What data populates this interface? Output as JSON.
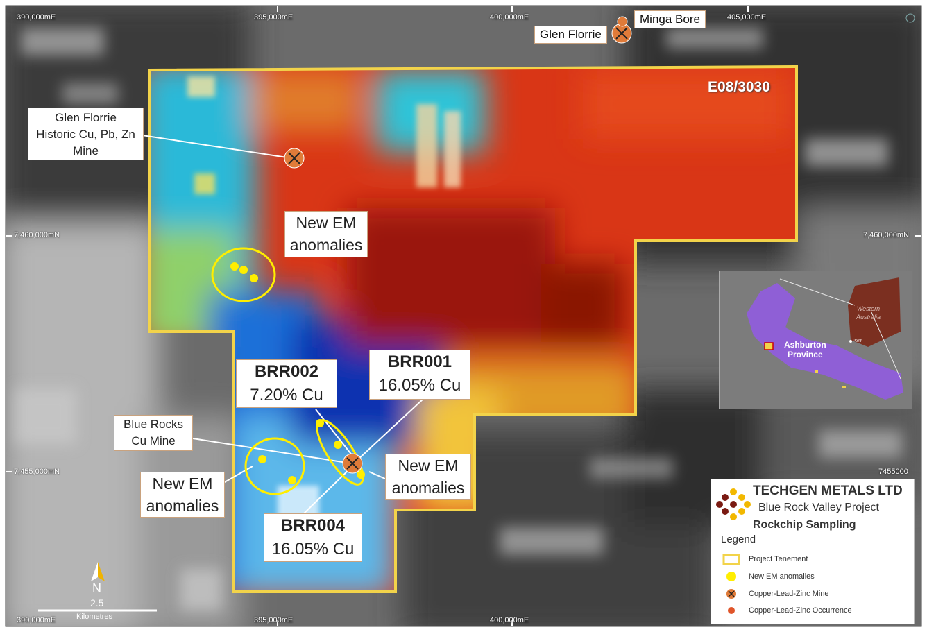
{
  "coords": {
    "top": [
      "390,000mE",
      "395,000mE",
      "400,000mE",
      "405,000mE"
    ],
    "bottom": [
      "390,000mE",
      "395,000mE",
      "400,000mE"
    ],
    "left": [
      "7,460,000mN",
      "7,455,000mN"
    ],
    "right": [
      "7,460,000mN",
      "7455000"
    ]
  },
  "tenement": {
    "label": "E08/3030"
  },
  "mines": {
    "top_left": "Glen Florrie",
    "top_right": "Minga Bore"
  },
  "callouts": {
    "historic": [
      "Glen Florrie",
      "Historic Cu, Pb, Zn",
      "Mine"
    ],
    "em_top": [
      "New EM",
      "anomalies"
    ],
    "em_left": [
      "New EM",
      "anomalies"
    ],
    "em_right": [
      "New EM",
      "anomalies"
    ],
    "blue_rocks": [
      "Blue Rocks",
      "Cu Mine"
    ],
    "brr002": {
      "id": "BRR002",
      "grade": "7.20% Cu"
    },
    "brr001": {
      "id": "BRR001",
      "grade": "16.05% Cu"
    },
    "brr004": {
      "id": "BRR004",
      "grade": "16.05% Cu"
    }
  },
  "inset": {
    "province": [
      "Ashburton",
      "Province"
    ],
    "state": [
      "Western",
      "Australia"
    ],
    "city": "Perth"
  },
  "scale": {
    "north": "N",
    "value": "2.5",
    "unit": "Kilometres"
  },
  "legend": {
    "company": "TECHGEN METALS LTD",
    "project": "Blue Rock Valley Project",
    "survey": "Rockchip Sampling",
    "title": "Legend",
    "items": [
      {
        "label": "Project Tenement",
        "icon": "tenement-outline-icon"
      },
      {
        "label": "New EM anomalies",
        "icon": "yellow-dot-icon"
      },
      {
        "label": "Copper-Lead-Zinc Mine",
        "icon": "mine-pick-icon"
      },
      {
        "label": "Copper-Lead-Zinc Occurrence",
        "icon": "orange-dot-icon"
      }
    ]
  },
  "colors": {
    "tenement": "#f2d34a",
    "anomaly": "#ffee00",
    "mine": "#e07b39",
    "inset_land": "#8f5fd6",
    "wa": "#7b2f20"
  }
}
